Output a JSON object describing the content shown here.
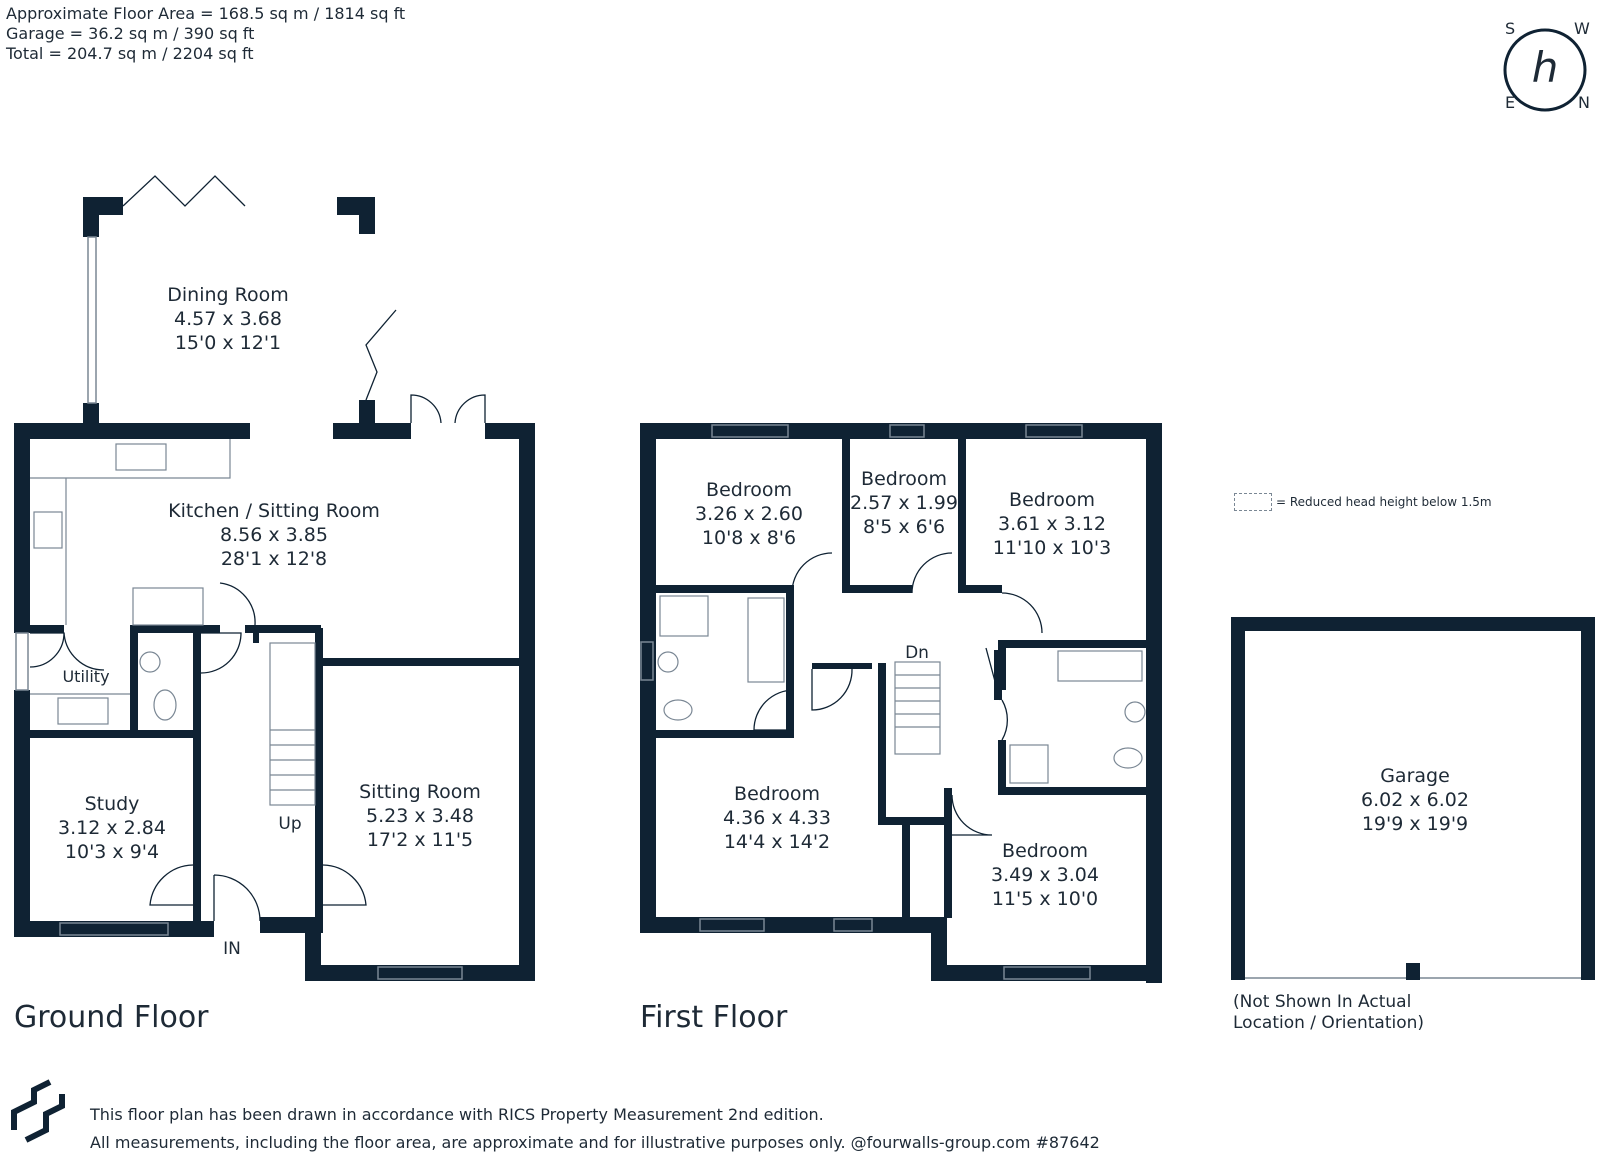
{
  "areas": {
    "line1": "Approximate Floor Area = 168.5 sq m / 1814 sq ft",
    "line2": "Garage = 36.2 sq m / 390 sq ft",
    "line3": "Total = 204.7 sq m / 2204 sq ft"
  },
  "compass": {
    "s": "S",
    "w": "W",
    "e": "E",
    "n": "N",
    "logo": "h",
    "accent": "#e0736c"
  },
  "legend": {
    "text": "= Reduced head height below 1.5m"
  },
  "ground_floor": {
    "title": "Ground Floor",
    "dining": {
      "name": "Dining Room",
      "metric": "4.57 x 3.68",
      "imperial": "15'0 x 12'1"
    },
    "kitchen": {
      "name": "Kitchen / Sitting Room",
      "metric": "8.56 x 3.85",
      "imperial": "28'1 x 12'8"
    },
    "utility": {
      "name": "Utility"
    },
    "study": {
      "name": "Study",
      "metric": "3.12 x 2.84",
      "imperial": "10'3 x 9'4"
    },
    "sitting": {
      "name": "Sitting Room",
      "metric": "5.23 x 3.48",
      "imperial": "17'2 x 11'5"
    },
    "up": "Up",
    "entrance": "IN"
  },
  "first_floor": {
    "title": "First Floor",
    "bed1": {
      "name": "Bedroom",
      "metric": "3.26 x 2.60",
      "imperial": "10'8 x 8'6"
    },
    "bed2": {
      "name": "Bedroom",
      "metric": "2.57 x 1.99",
      "imperial": "8'5 x 6'6"
    },
    "bed3": {
      "name": "Bedroom",
      "metric": "3.61 x 3.12",
      "imperial": "11'10 x 10'3"
    },
    "bed4": {
      "name": "Bedroom",
      "metric": "4.36 x 4.33",
      "imperial": "14'4 x 14'2"
    },
    "bed5": {
      "name": "Bedroom",
      "metric": "3.49 x 3.04",
      "imperial": "11'5 x 10'0"
    },
    "down": "Dn"
  },
  "garage": {
    "name": "Garage",
    "metric": "6.02 x 6.02",
    "imperial": "19'9 x 19'9",
    "note_line1": "(Not Shown In Actual",
    "note_line2": "Location / Orientation)"
  },
  "footer": {
    "line1": "This floor plan has been drawn in accordance with RICS Property Measurement 2nd edition.",
    "line2": "All measurements, including the floor area, are approximate and for illustrative purposes only. @fourwalls-group.com #87642"
  },
  "colors": {
    "wall": "#0f2233",
    "text": "#1e2a36",
    "fixture": "#7a8794"
  }
}
